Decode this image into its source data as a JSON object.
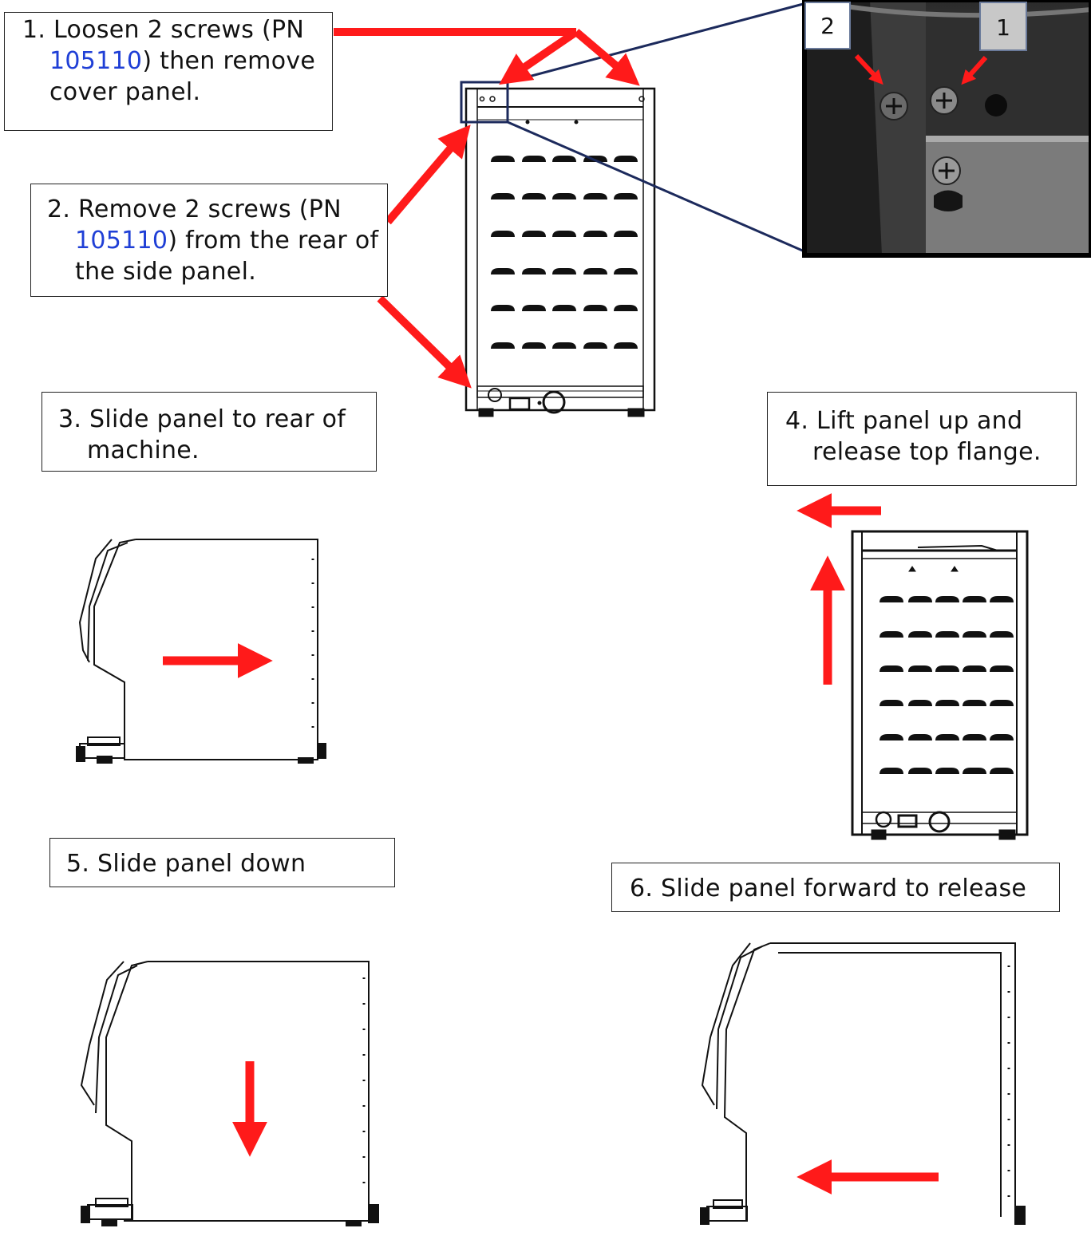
{
  "steps": {
    "s1": {
      "l1": "1. Loosen 2 screws (PN",
      "pn": "105110",
      "l2_rest": ") then remove",
      "l3": "cover panel."
    },
    "s2": {
      "l1": "2. Remove 2 screws (PN",
      "pn": "105110",
      "l2_rest": ") from the rear of",
      "l3": "the side panel."
    },
    "s3": {
      "l1": "3. Slide panel to rear of",
      "l2": "machine."
    },
    "s4": {
      "l1": "4. Lift panel up and",
      "l2": "release top flange."
    },
    "s5": {
      "l1": "5. Slide panel down"
    },
    "s6": {
      "l1": "6. Slide panel forward to release"
    }
  },
  "inset": {
    "callout_2": "2",
    "callout_1": "1"
  },
  "colors": {
    "arrow": "#ff1a1a",
    "callout_frame": "#1c2a5c",
    "part_number": "#1f3fd6"
  },
  "icons": [
    "rear-panel-view-drawing",
    "side-view-drawing",
    "screw-closeup-photo",
    "red-direction-arrow"
  ]
}
